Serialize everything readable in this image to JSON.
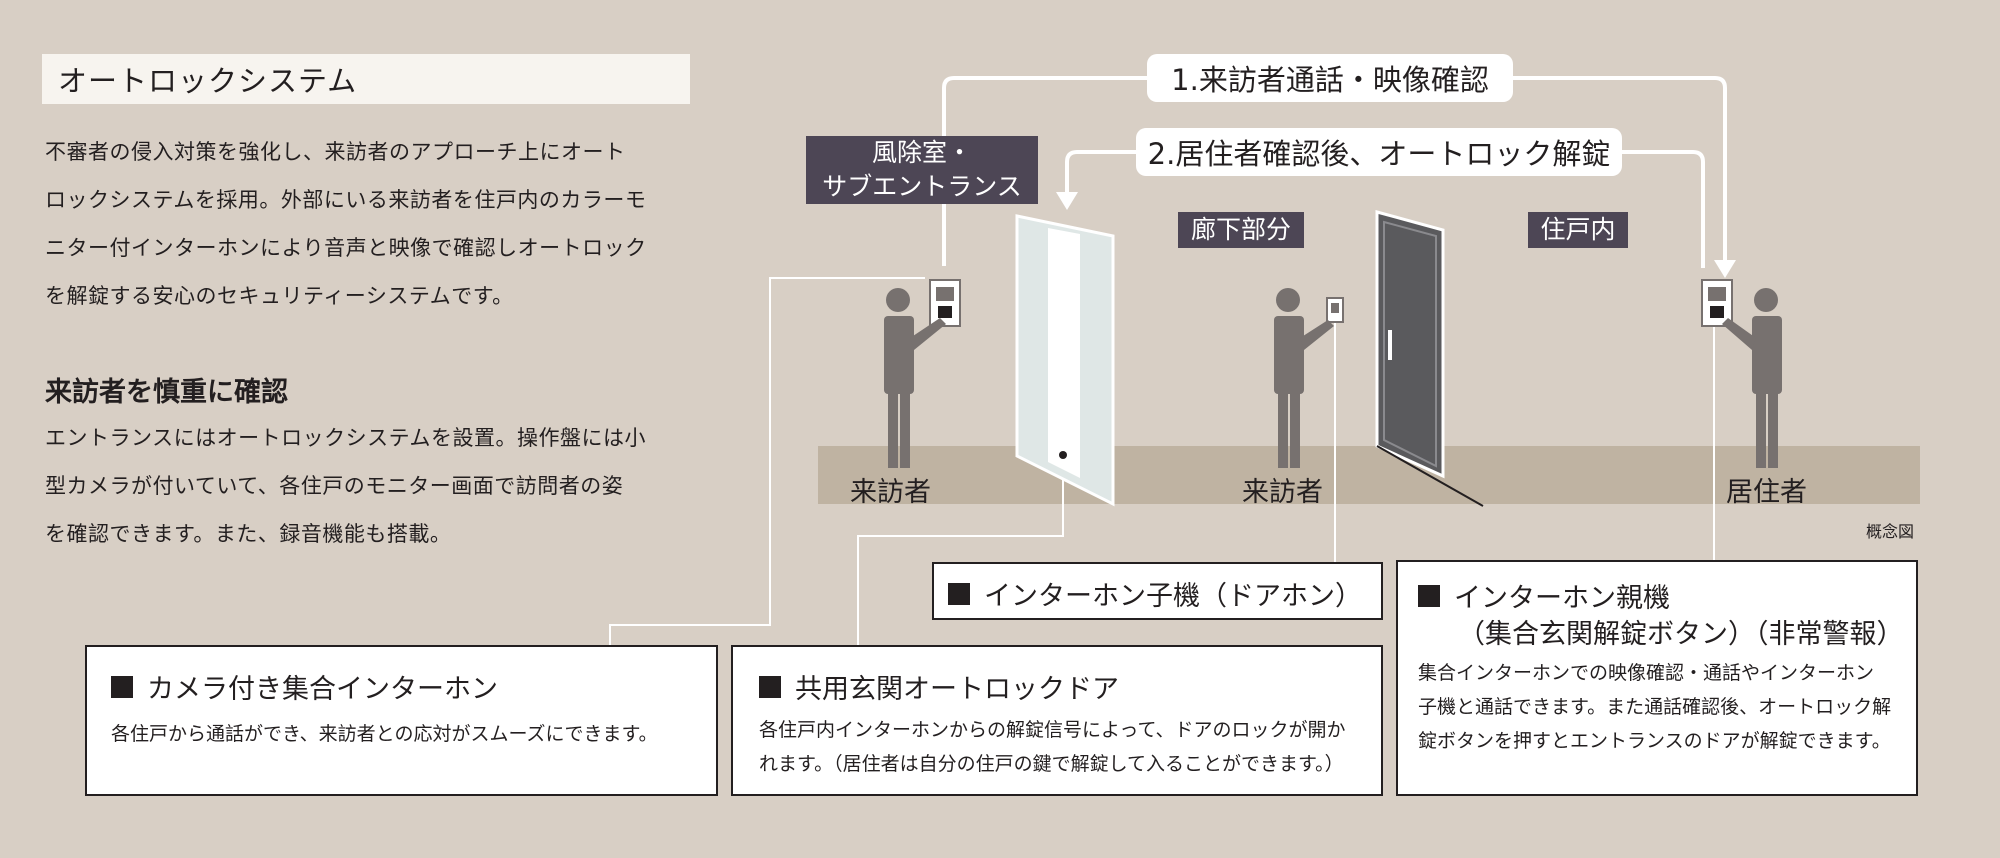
{
  "title": "オートロックシステム",
  "intro_lines": [
    "不審者の侵入対策を強化し、来訪者のアプローチ上にオート",
    "ロックシステムを採用。外部にいる来訪者を住戸内のカラーモ",
    "ニター付インターホンにより音声と映像で確認しオートロック",
    "を解錠する安心のセキュリティーシステムです。"
  ],
  "subheading": "来訪者を慎重に確認",
  "sub_lines": [
    "エントランスにはオートロックシステムを設置。操作盤には小",
    "型カメラが付いていて、各住戸のモニター画面で訪問者の姿",
    "を確認できます。また、録音機能も搭載。"
  ],
  "diagram": {
    "step1": "1.来訪者通話・映像確認",
    "step2": "2.居住者確認後、オートロック解錠",
    "zone_entrance_line1": "風除室・",
    "zone_entrance_line2": "サブエントランス",
    "zone_corridor": "廊下部分",
    "zone_unit": "住戸内",
    "person_visitor1": "来訪者",
    "person_visitor2": "来訪者",
    "person_resident": "居住者",
    "note": "概念図"
  },
  "boxes": {
    "camera": {
      "heading": "カメラ付き集合インターホン",
      "lines": [
        "各住戸から通話ができ、来訪者との応対がスムーズにできます。"
      ]
    },
    "door": {
      "heading": "共用玄関オートロックドア",
      "lines": [
        "各住戸内インターホンからの解錠信号によって、ドアのロックが開か",
        "れます。（居住者は自分の住戸の鍵で解錠して入ることができます。）"
      ]
    },
    "doorphone": {
      "heading": "インターホン子機（ドアホン）"
    },
    "master": {
      "heading": "インターホン親機",
      "heading2": "（集合玄関解錠ボタン）（非常警報）",
      "lines": [
        "集合インターホンでの映像確認・通話やインターホン",
        "子機と通話できます。また通話確認後、オートロック解",
        "錠ボタンを押すとエントランスのドアが解錠できます。"
      ]
    }
  },
  "colors": {
    "background": "#d8cfc5",
    "floor": "#bfb3a2",
    "figure": "#77716f",
    "label_bg": "#4d4655",
    "door_dark": "#5a5a5d",
    "glass": "#dfe7e6"
  }
}
